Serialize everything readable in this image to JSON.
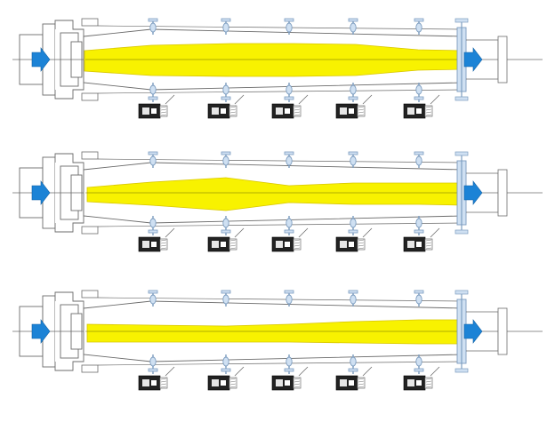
{
  "colors": {
    "background": "#ffffff",
    "outline": "#6b6b6b",
    "fill": "#f8f200",
    "fill_edge": "#d8c600",
    "arrow": "#1c83d6",
    "valve": "#cfe0f2",
    "valve_edge": "#7c9cbf",
    "actuator_dark": "#222222",
    "actuator_light": "#e6e6e6"
  },
  "icons": {
    "flow_arrow": "flow-arrow-icon",
    "valve": "valve-icon",
    "actuator": "actuator-icon",
    "flange": "flange-icon"
  },
  "assemblies": [
    {
      "name": "variant-1",
      "profile": "uniform"
    },
    {
      "name": "variant-2",
      "profile": "bulge"
    },
    {
      "name": "variant-3",
      "profile": "taper"
    }
  ]
}
